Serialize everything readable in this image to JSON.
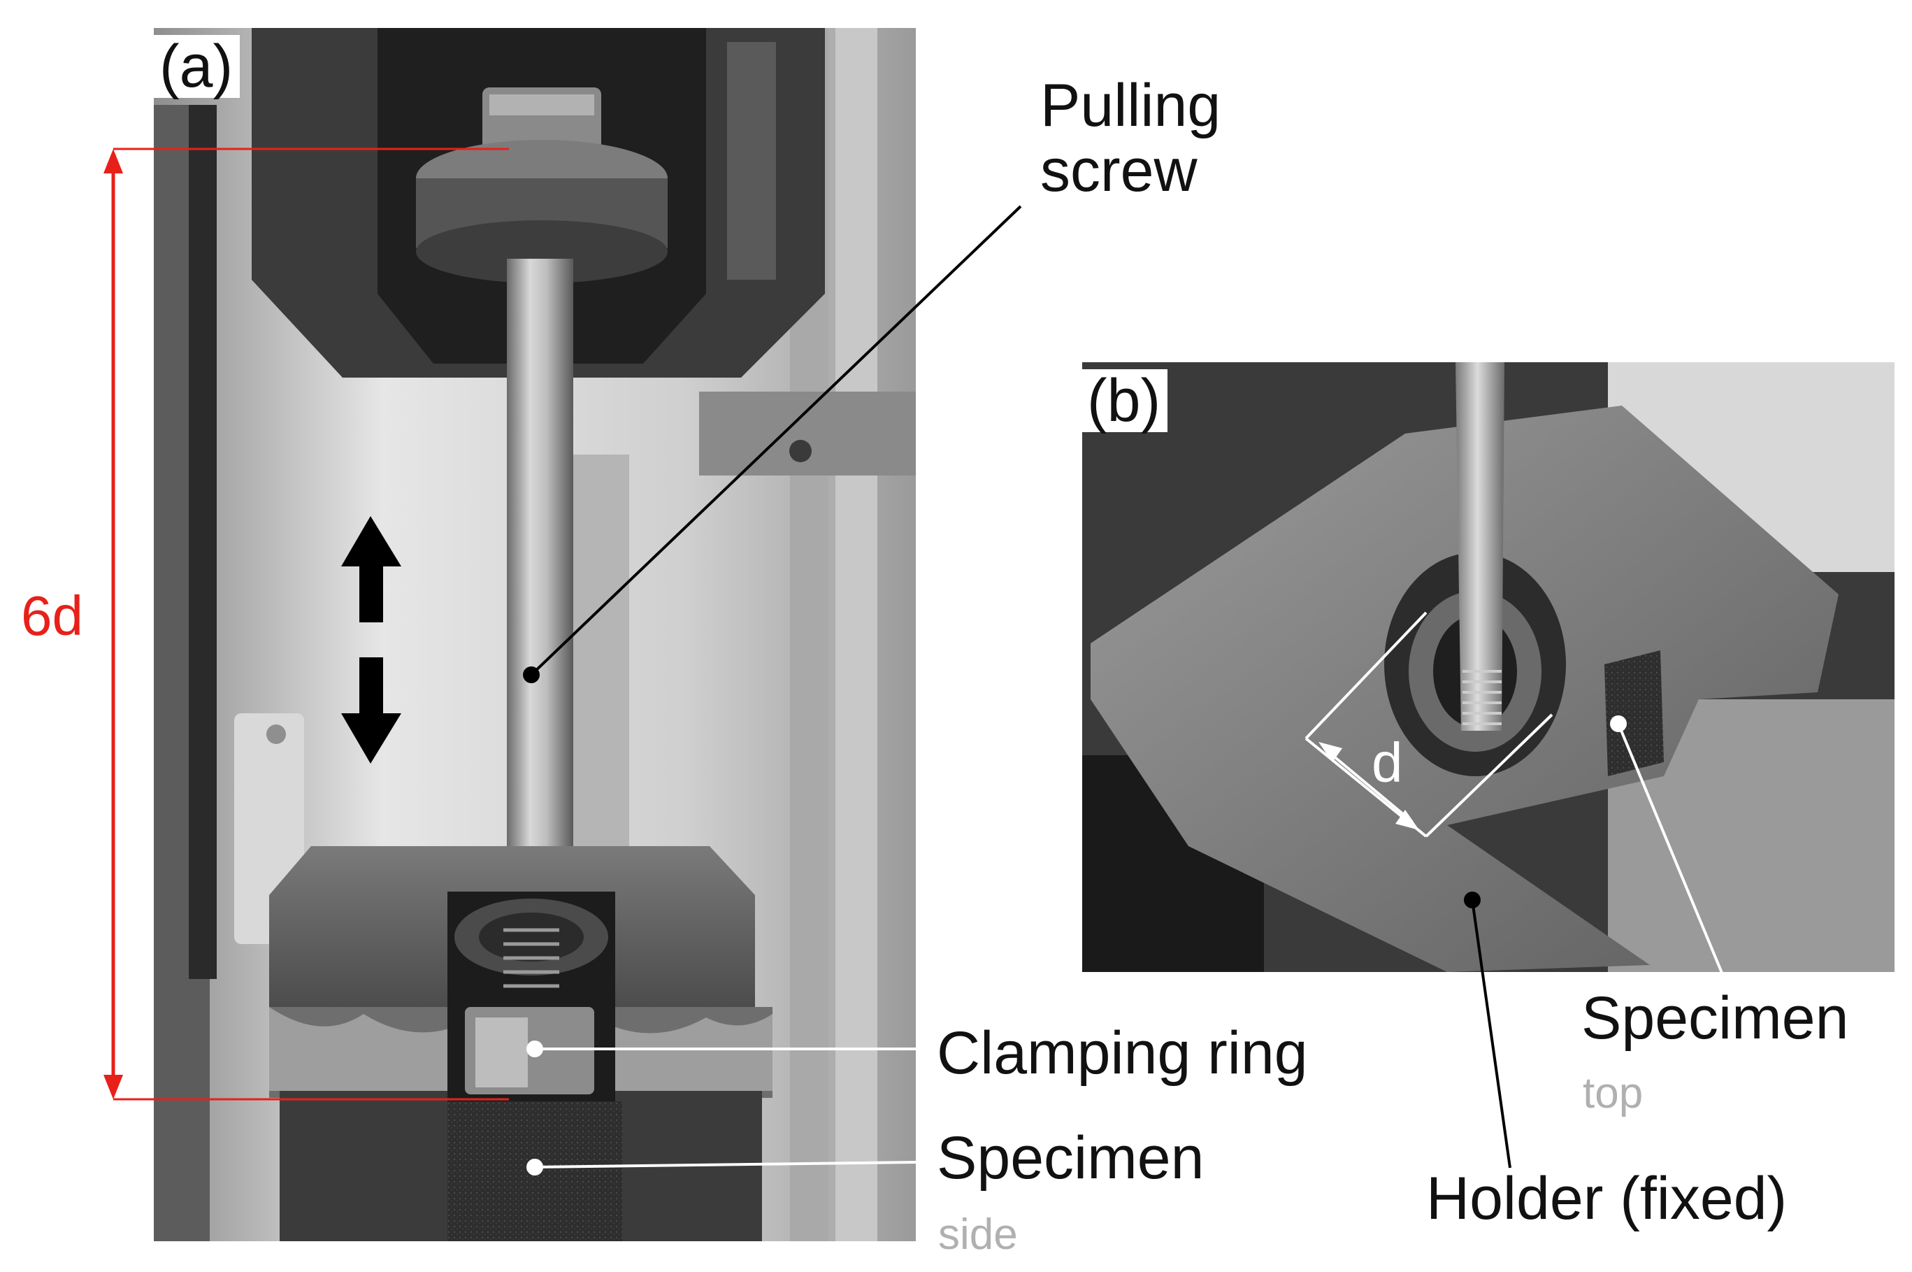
{
  "panels": {
    "a": {
      "tag": "(a)"
    },
    "b": {
      "tag": "(b)"
    }
  },
  "labels": {
    "pulling_screw": "Pulling\nscrew",
    "clamping_ring": "Clamping ring",
    "specimen_side_title": "Specimen",
    "specimen_side_sub": "side",
    "specimen_top_title": "Specimen",
    "specimen_top_sub": "top",
    "holder": "Holder (fixed)",
    "dim_6d": "6d",
    "dim_d": "d"
  },
  "colors": {
    "dimension_red": "#e8201a",
    "sub_label_grey": "#b0b0b0",
    "leader_black": "#000000",
    "leader_white": "#ffffff"
  }
}
